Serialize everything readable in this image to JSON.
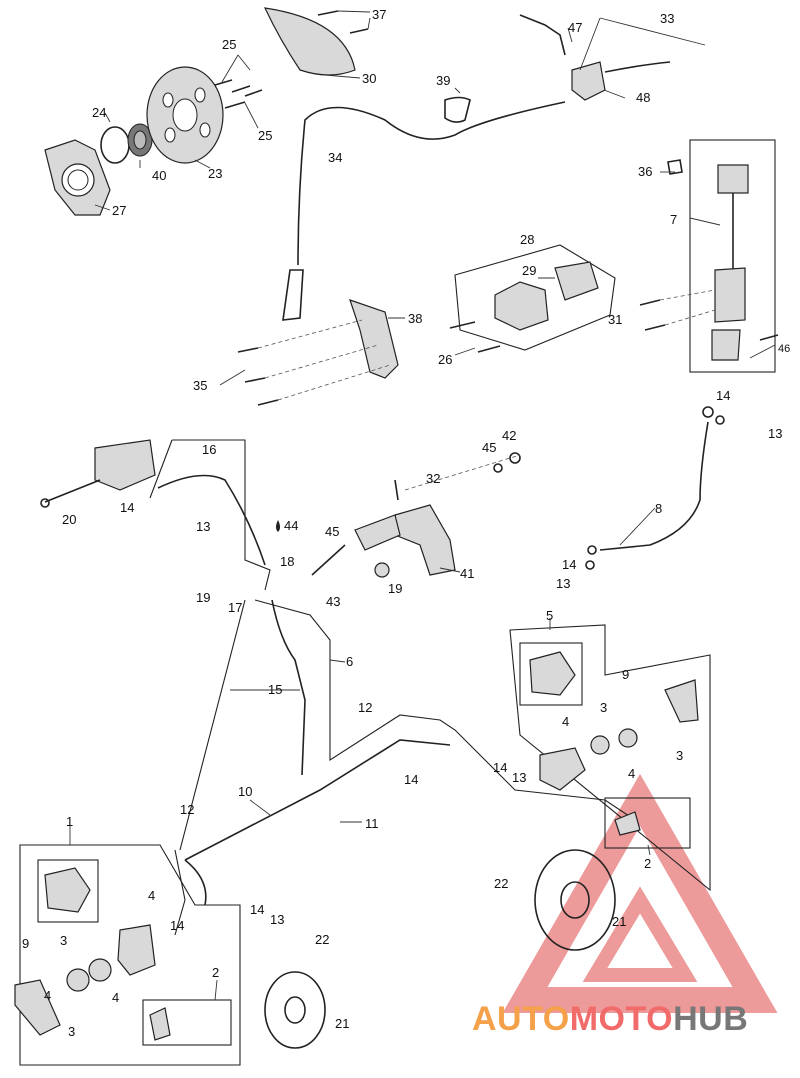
{
  "watermark": {
    "text_auto": "AUTO",
    "text_moto": "MOTO",
    "text_hub": "HUB",
    "color_auto": "#f4a14a",
    "color_moto": "#f26b6b",
    "color_hub": "#777777"
  },
  "callouts": {
    "c37": "37",
    "c25a": "25",
    "c25b": "25",
    "c30": "30",
    "c24": "24",
    "c40": "40",
    "c23": "23",
    "c27": "27",
    "c39": "39",
    "c34": "34",
    "c47": "47",
    "c33": "33",
    "c48": "48",
    "c36": "36",
    "c7": "7",
    "c28": "28",
    "c29": "29",
    "c31": "31",
    "c26": "26",
    "c46": "46",
    "c38": "38",
    "c35": "35",
    "c16": "16",
    "c14a": "14",
    "c13a": "13",
    "c20": "20",
    "c44": "44",
    "c45a": "45",
    "c42": "42",
    "c45b": "45",
    "c32": "32",
    "c18": "18",
    "c19a": "19",
    "c17": "17",
    "c43": "43",
    "c19b": "19",
    "c41": "41",
    "c14b": "14",
    "c13b": "13",
    "c8": "8",
    "c14c": "14",
    "c13c": "13",
    "c5": "5",
    "c9a": "9",
    "c6": "6",
    "c15": "15",
    "c12a": "12",
    "c4a": "4",
    "c3a": "3",
    "c3b": "3",
    "c4b": "4",
    "c14d": "14",
    "c14e": "14",
    "c13d": "13",
    "c12b": "12",
    "c10": "10",
    "c11": "11",
    "c1": "1",
    "c4c": "4",
    "c9b": "9",
    "c3c": "3",
    "c4d": "4",
    "c4e": "4",
    "c3d": "3",
    "c14f": "14",
    "c14g": "14",
    "c13e": "13",
    "c2a": "2",
    "c22a": "22",
    "c21a": "21",
    "c22b": "22",
    "c21b": "21",
    "c2b": "2"
  }
}
